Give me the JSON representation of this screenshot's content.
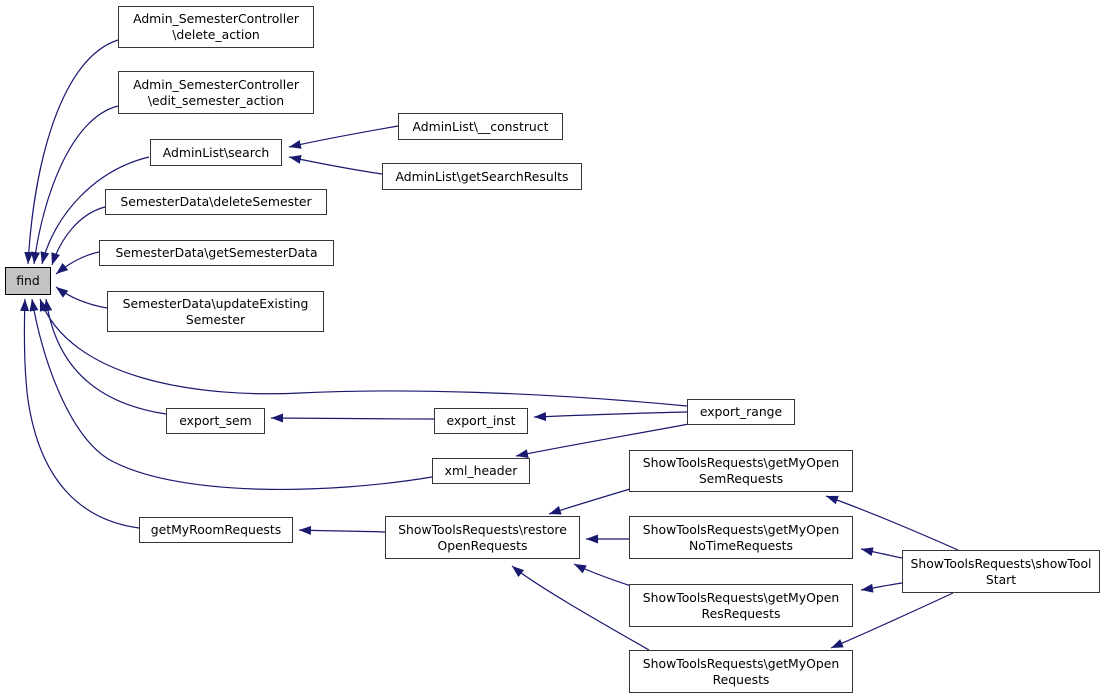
{
  "diagram": {
    "kind": "caller-graph",
    "focus_function": "find",
    "colors": {
      "edge": "#191970",
      "node_fill": "#ffffff",
      "node_border": "#36363a",
      "focus_node_fill": "#c3c3c3",
      "background": "#ffffff"
    }
  },
  "nodes": {
    "delete_action": {
      "label": "Admin_SemesterController\n\\delete_action"
    },
    "edit_action": {
      "label": "Admin_SemesterController\n\\edit_semester_action"
    },
    "search": {
      "label": "AdminList\\search"
    },
    "construct": {
      "label": "AdminList\\__construct"
    },
    "get_search": {
      "label": "AdminList\\getSearchResults"
    },
    "delete_semester": {
      "label": "SemesterData\\deleteSemester"
    },
    "get_sem_data": {
      "label": "SemesterData\\getSemesterData"
    },
    "find": {
      "label": "find"
    },
    "update_existing": {
      "label": "SemesterData\\updateExisting\nSemester"
    },
    "export_sem": {
      "label": "export_sem"
    },
    "export_inst": {
      "label": "export_inst"
    },
    "export_range": {
      "label": "export_range"
    },
    "xml_header": {
      "label": "xml_header"
    },
    "sem_requests": {
      "label": "ShowToolsRequests\\getMyOpen\nSemRequests"
    },
    "get_my_room": {
      "label": "getMyRoomRequests"
    },
    "restore_open": {
      "label": "ShowToolsRequests\\restore\nOpenRequests"
    },
    "no_time": {
      "label": "ShowToolsRequests\\getMyOpen\nNoTimeRequests"
    },
    "show_tool": {
      "label": "ShowToolsRequests\\showTool\nStart"
    },
    "res_requests": {
      "label": "ShowToolsRequests\\getMyOpen\nResRequests"
    },
    "open_requests": {
      "label": "ShowToolsRequests\\getMyOpen\nRequests"
    }
  },
  "edges": [
    {
      "from": "delete_action",
      "to": "find"
    },
    {
      "from": "edit_action",
      "to": "find"
    },
    {
      "from": "search",
      "to": "find"
    },
    {
      "from": "construct",
      "to": "search"
    },
    {
      "from": "get_search",
      "to": "search"
    },
    {
      "from": "delete_semester",
      "to": "find"
    },
    {
      "from": "get_sem_data",
      "to": "find"
    },
    {
      "from": "update_existing",
      "to": "find"
    },
    {
      "from": "export_sem",
      "to": "find"
    },
    {
      "from": "export_inst",
      "to": "export_sem"
    },
    {
      "from": "export_range",
      "to": "export_inst"
    },
    {
      "from": "export_range",
      "to": "find"
    },
    {
      "from": "export_range",
      "to": "xml_header"
    },
    {
      "from": "xml_header",
      "to": "find"
    },
    {
      "from": "get_my_room",
      "to": "find"
    },
    {
      "from": "restore_open",
      "to": "get_my_room"
    },
    {
      "from": "sem_requests",
      "to": "restore_open"
    },
    {
      "from": "no_time",
      "to": "restore_open"
    },
    {
      "from": "res_requests",
      "to": "restore_open"
    },
    {
      "from": "open_requests",
      "to": "restore_open"
    },
    {
      "from": "show_tool",
      "to": "sem_requests"
    },
    {
      "from": "show_tool",
      "to": "no_time"
    },
    {
      "from": "show_tool",
      "to": "res_requests"
    },
    {
      "from": "show_tool",
      "to": "open_requests"
    }
  ]
}
